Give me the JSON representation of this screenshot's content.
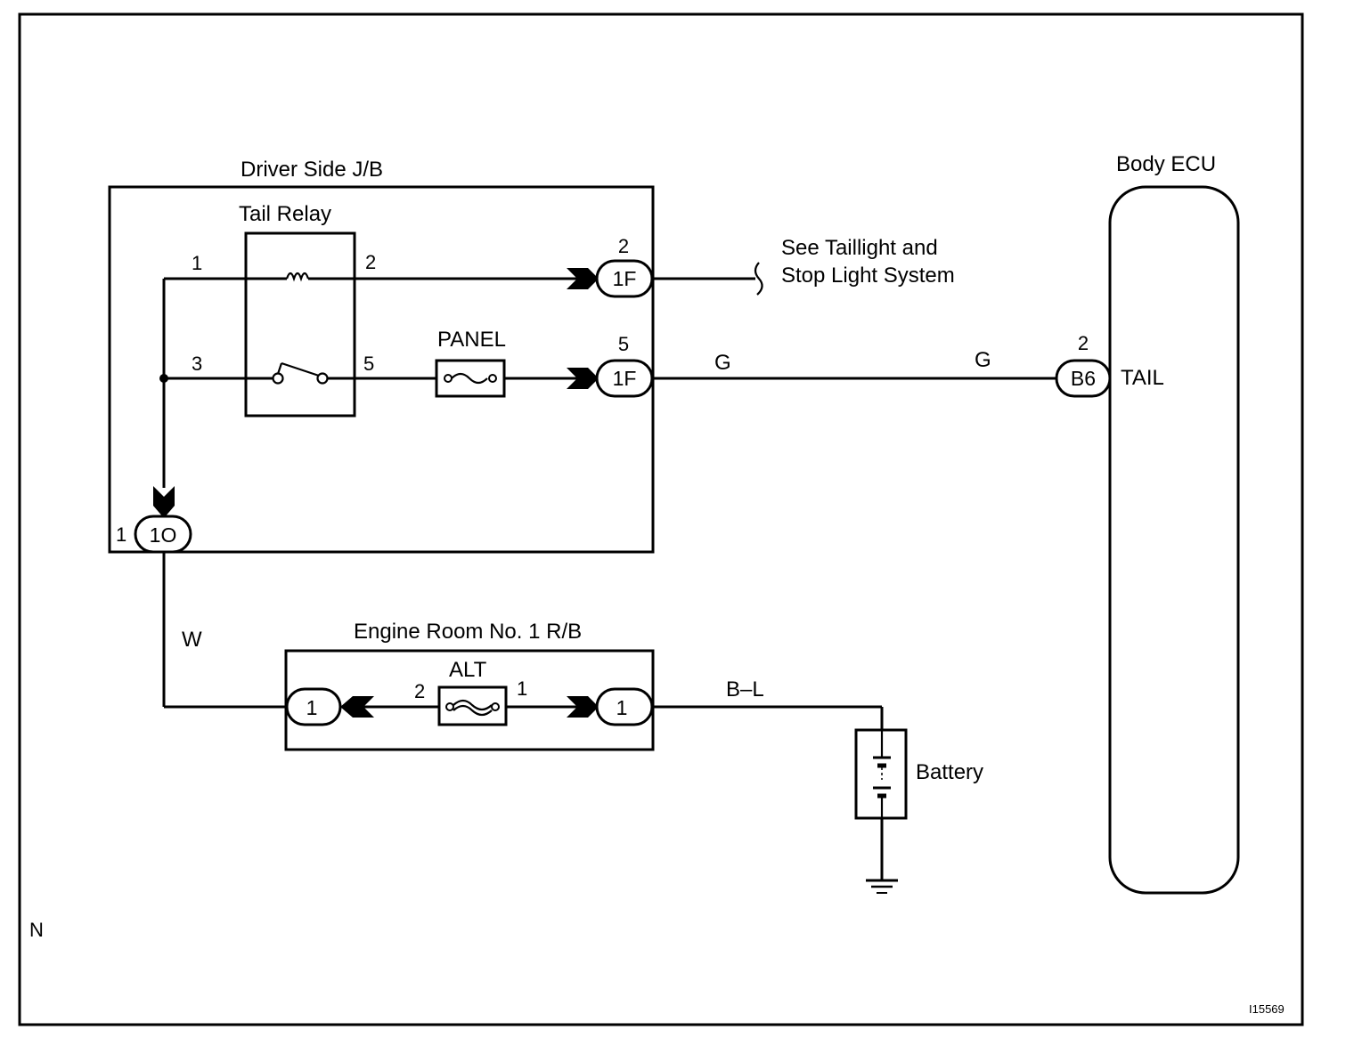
{
  "diagram": {
    "driver_jb": {
      "title": "Driver Side J/B",
      "tail_relay": {
        "title": "Tail Relay",
        "pin1": "1",
        "pin2": "2",
        "pin3": "3",
        "pin5": "5"
      },
      "panel_fuse": "PANEL",
      "conn_1f_upper": {
        "pin": "2",
        "label": "1F"
      },
      "conn_1f_lower": {
        "pin": "5",
        "label": "1F"
      },
      "conn_1o": {
        "pin": "1",
        "label": "1O"
      }
    },
    "see_note": {
      "line1": "See Taillight and",
      "line2": "Stop Light System"
    },
    "wire_g_left": "G",
    "wire_g_right": "G",
    "wire_w": "W",
    "wire_bl": "B–L",
    "body_ecu": {
      "title": "Body ECU",
      "conn_pin": "2",
      "conn_label": "B6",
      "terminal": "TAIL"
    },
    "engine_rb": {
      "title": "Engine Room No. 1 R/B",
      "fuse": "ALT",
      "fuse_pin_left": "2",
      "fuse_pin_right": "1",
      "conn_left": "1",
      "conn_right": "1"
    },
    "battery": "Battery",
    "corner_letter": "N",
    "figure_id": "I15569"
  }
}
